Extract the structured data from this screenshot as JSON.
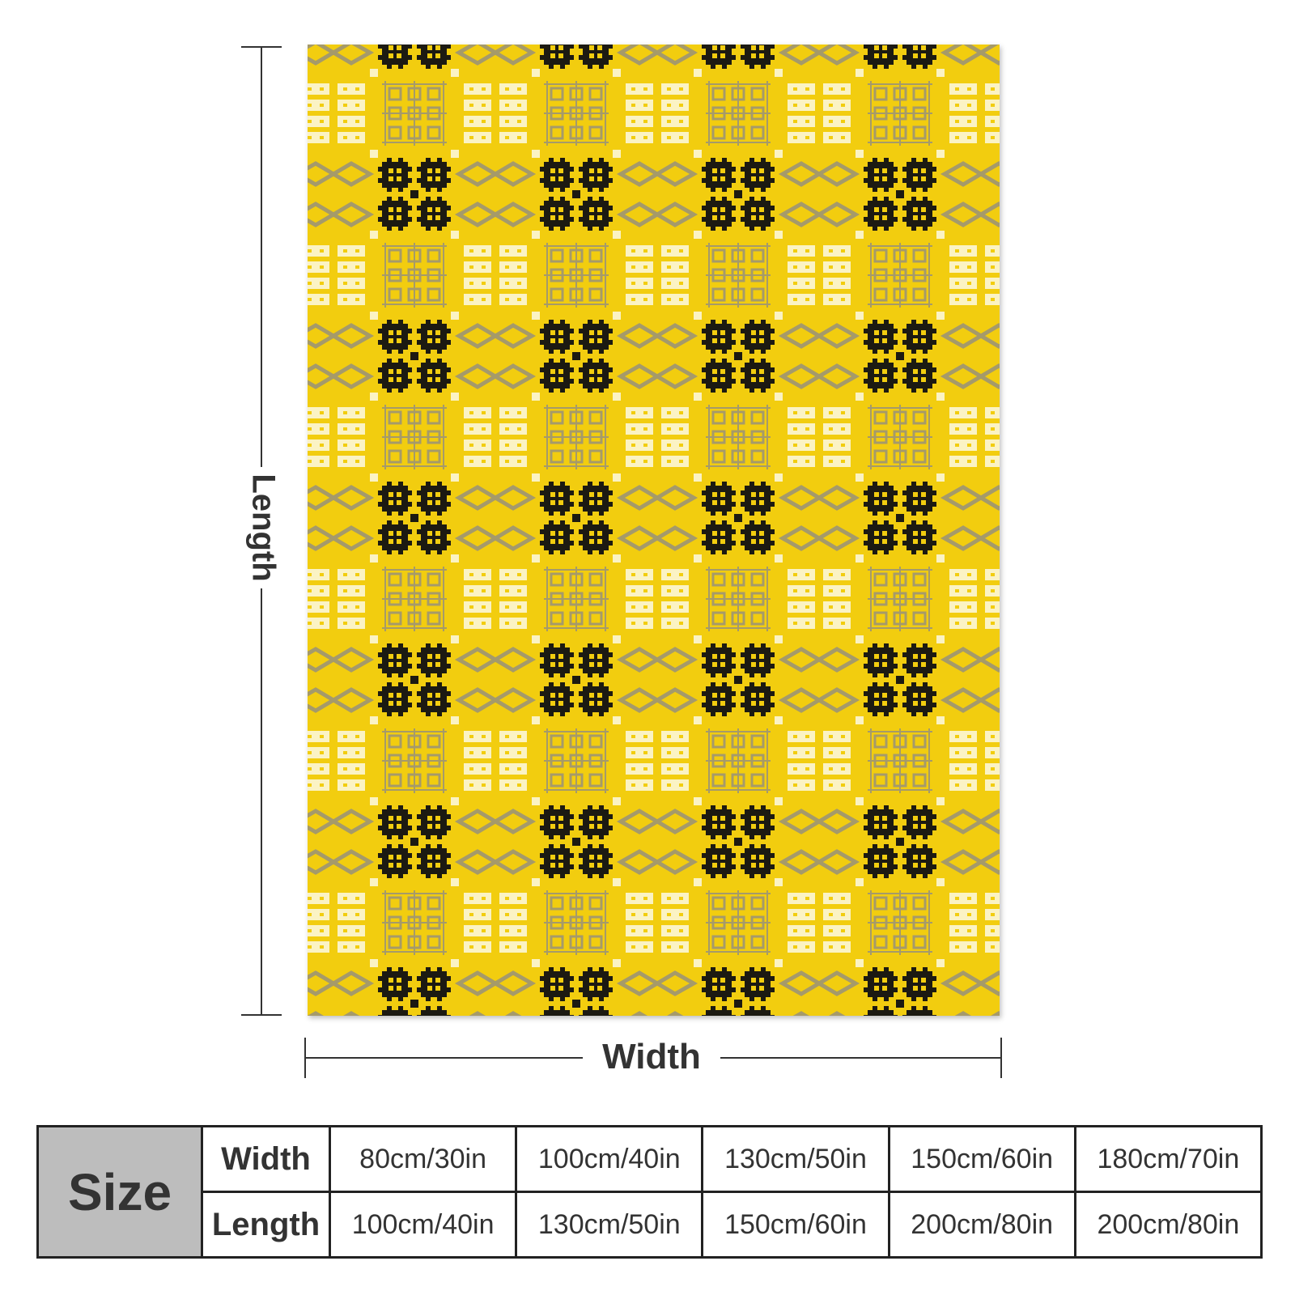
{
  "diagram": {
    "length_label": "Length",
    "width_label": "Width"
  },
  "product": {
    "colors": {
      "background": "#f2cd0f",
      "motif_black": "#1c1a12",
      "motif_grey": "#a59a6a",
      "motif_cream": "#fbf3c4"
    }
  },
  "size_table": {
    "header": "Size",
    "rows": [
      {
        "label": "Width",
        "values": [
          "80cm/30in",
          "100cm/40in",
          "130cm/50in",
          "150cm/60in",
          "180cm/70in"
        ]
      },
      {
        "label": "Length",
        "values": [
          "100cm/40in",
          "130cm/50in",
          "150cm/60in",
          "200cm/80in",
          "200cm/80in"
        ]
      }
    ]
  }
}
